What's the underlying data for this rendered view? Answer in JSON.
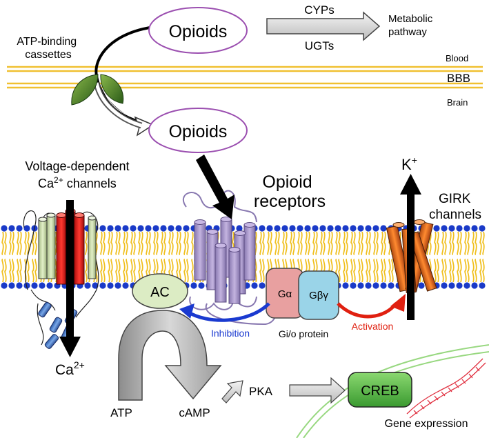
{
  "labels": {
    "abc": [
      "ATP-binding",
      "cassettes"
    ],
    "opioids_top": "Opioids",
    "opioids_bottom": "Opioids",
    "cyps": "CYPs",
    "ugts": "UGTs",
    "metabolic": [
      "Metabolic",
      "pathway"
    ],
    "blood": "Blood",
    "bbb": "BBB",
    "brain": "Brain",
    "vdcc": [
      "Voltage-dependent",
      "Ca",
      "2+",
      " channels"
    ],
    "ca_bottom": [
      "Ca",
      "2+"
    ],
    "opioid_receptors": [
      "Opioid",
      "receptors"
    ],
    "k_plus": [
      "K",
      "+"
    ],
    "girk": [
      "GIRK",
      "channels"
    ],
    "ac": "AC",
    "g_alpha": "Gα",
    "g_betagamma": "Gβγ",
    "gio": "Gi/o protein",
    "inhibition": "Inhibition",
    "activation": "Activation",
    "atp": "ATP",
    "camp": "cAMP",
    "pka": "PKA",
    "creb": "CREB",
    "gene_expression": "Gene expression"
  },
  "colors": {
    "ellipse_outline": "#9b4fb0",
    "bbb_line": "#f0c030",
    "leaf": "#4a8a2a",
    "vdcc_red": "#e0201c",
    "vdcc_green": "#c8dca8",
    "vdcc_blue": "#4a7ac8",
    "receptor_purple": "#a894c8",
    "g_alpha_fill": "#e8a0a0",
    "g_betagamma_fill": "#9ad4e8",
    "ac_fill": "#dcecc4",
    "girk_orange": "#e07020",
    "inhibition_blue": "#1a3ad0",
    "activation_red": "#e02010",
    "creb_green": "#58b048",
    "nucleus_line": "#98d880",
    "membrane_head": "#1a3ac8",
    "membrane_tail": "#f0c020",
    "dna_red": "#e03040"
  }
}
